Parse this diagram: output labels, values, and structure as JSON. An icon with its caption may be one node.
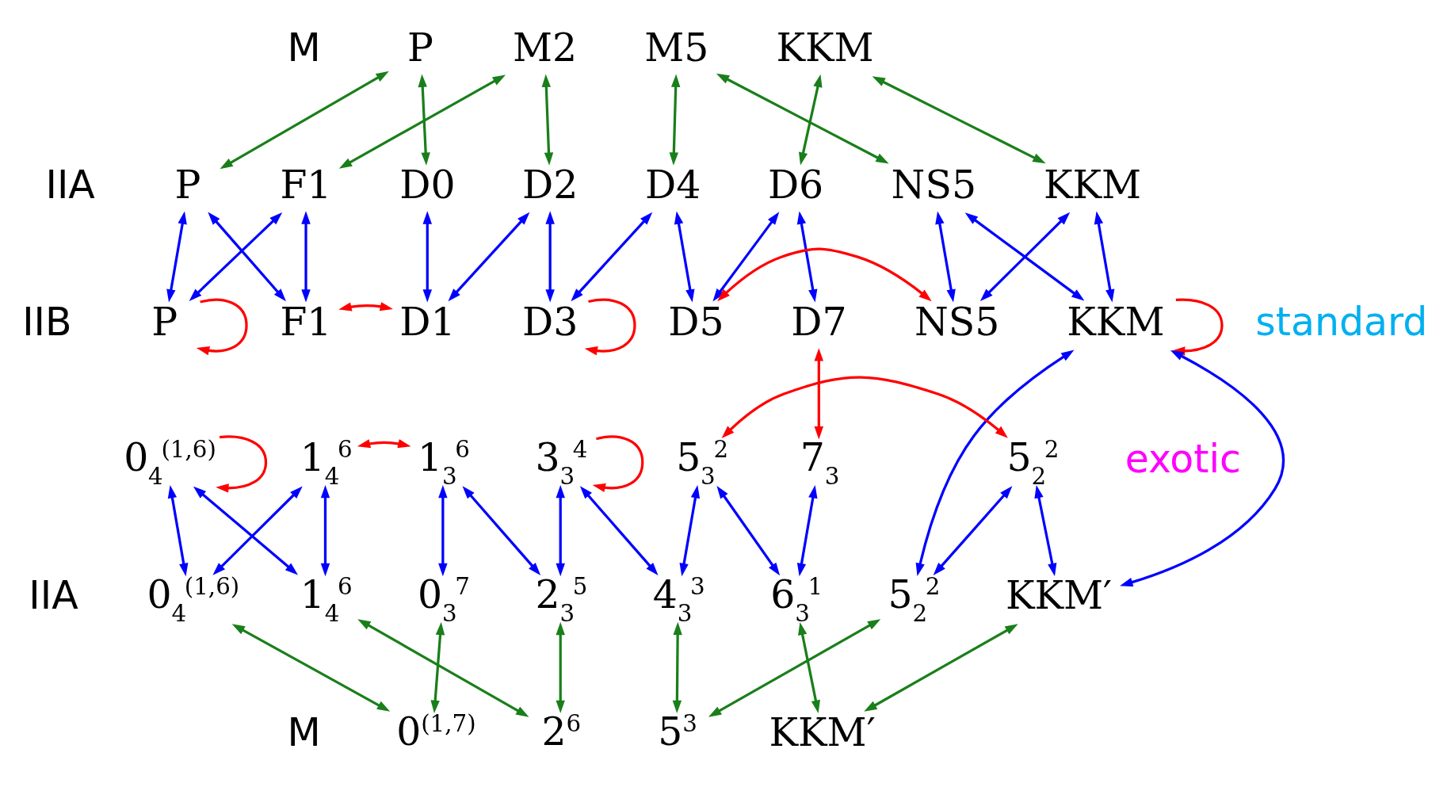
{
  "diagram": {
    "nodes": [
      {
        "text": [
          "P"
        ]
      },
      {
        "text": [
          "M2"
        ]
      },
      {
        "text": [
          "M5"
        ]
      },
      {
        "text": [
          "KKM"
        ]
      },
      {
        "text": [
          "P"
        ]
      },
      {
        "text": [
          "F1"
        ]
      },
      {
        "text": [
          "D0"
        ]
      },
      {
        "text": [
          "D2"
        ]
      },
      {
        "text": [
          "D4"
        ]
      },
      {
        "text": [
          "D6"
        ]
      },
      {
        "text": [
          "NS5"
        ]
      },
      {
        "text": [
          "KKM"
        ]
      },
      {
        "text": [
          "P"
        ]
      },
      {
        "text": [
          "F1"
        ]
      },
      {
        "text": [
          "D1"
        ]
      },
      {
        "text": [
          "D3"
        ]
      },
      {
        "text": [
          "D5"
        ]
      },
      {
        "text": [
          "D7"
        ]
      },
      {
        "text": [
          "NS5"
        ]
      },
      {
        "text": [
          "KKM"
        ]
      },
      {
        "text": [
          "0$_{4}$$^{(1,6)}$"
        ]
      },
      {
        "text": [
          "1$_{4}$$^{6}$"
        ]
      },
      {
        "text": [
          "1$_{3}$$^{6}$"
        ]
      },
      {
        "text": [
          "3$_{3}$$^{4}$"
        ]
      },
      {
        "text": [
          "5$_{3}$$^{2}$"
        ]
      },
      {
        "text": [
          "7$_{3}$"
        ]
      },
      {
        "text": [
          "5$_{2}$$^{2}$"
        ]
      },
      {
        "text": [
          "0$_{4}$$^{(1,6)}$"
        ]
      },
      {
        "text": [
          "1$_{4}$$^{6}$"
        ]
      },
      {
        "text": [
          "0$_{3}$$^{7}$"
        ]
      },
      {
        "text": [
          "2$_{3}$$^{5}$"
        ]
      },
      {
        "text": [
          "4$_{3}$$^{3}$"
        ]
      },
      {
        "text": [
          "6$_{3}$$^{1}$"
        ]
      },
      {
        "text": [
          "5$_{2}$$^{2}$"
        ]
      },
      {
        "text": [
          "KKM′"
        ]
      },
      {
        "text": [
          "0$^{(1,7)}$"
        ]
      },
      {
        "text": [
          "2$^{6}$"
        ]
      },
      {
        "text": [
          "5$^{3}$"
        ]
      },
      {
        "text": [
          "KKM′"
        ]
      }
    ],
    "edges": [
      {
        "from": 0,
        "to": 4,
        "arrow": "both",
        "color": "#1a7f1a"
      },
      {
        "from": 0,
        "to": 6,
        "arrow": "both",
        "color": "#1a7f1a"
      },
      {
        "from": 1,
        "to": 5,
        "arrow": "both",
        "color": "#1a7f1a"
      },
      {
        "from": 1,
        "to": 7,
        "arrow": "both",
        "color": "#1a7f1a"
      },
      {
        "from": 2,
        "to": 8,
        "arrow": "both",
        "color": "#1a7f1a"
      },
      {
        "from": 2,
        "to": 10,
        "arrow": "both",
        "color": "#1a7f1a"
      },
      {
        "from": 3,
        "to": 9,
        "arrow": "both",
        "color": "#1a7f1a"
      },
      {
        "from": 3,
        "to": 11,
        "arrow": "both",
        "color": "#1a7f1a"
      },
      {
        "from": 4,
        "to": 12,
        "arrow": "both"
      },
      {
        "from": 4,
        "to": 13,
        "arrow": "both"
      },
      {
        "from": 5,
        "to": 12,
        "arrow": "both"
      },
      {
        "from": 5,
        "to": 13,
        "arrow": "both"
      },
      {
        "from": 6,
        "to": 14,
        "arrow": "both"
      },
      {
        "from": 7,
        "to": 14,
        "arrow": "both"
      },
      {
        "from": 7,
        "to": 15,
        "arrow": "both"
      },
      {
        "from": 8,
        "to": 15,
        "arrow": "both"
      },
      {
        "from": 8,
        "to": 16,
        "arrow": "both"
      },
      {
        "from": 9,
        "to": 16,
        "arrow": "both"
      },
      {
        "from": 9,
        "to": 17,
        "arrow": "both"
      },
      {
        "from": 10,
        "to": 18,
        "arrow": "both"
      },
      {
        "from": 10,
        "to": 19,
        "arrow": "both"
      },
      {
        "from": 11,
        "to": 18,
        "arrow": "both"
      },
      {
        "from": 11,
        "to": 19,
        "arrow": "both"
      },
      {
        "from": 12,
        "to": 12,
        "arrow": "to",
        "color": "#ff0000"
      },
      {
        "from": 13,
        "to": 14,
        "arrow": "both",
        "color": "#ff0000"
      },
      {
        "from": 15,
        "to": 15,
        "arrow": "to",
        "color": "#ff0000"
      },
      {
        "from": 16,
        "to": 18,
        "arrow": "both",
        "color": "#ff0000"
      },
      {
        "from": 17,
        "to": 25,
        "arrow": "both",
        "color": "#ff0000"
      },
      {
        "from": 19,
        "to": 19,
        "arrow": "to",
        "color": "#ff0000"
      },
      {
        "from": 20,
        "to": 20,
        "arrow": "to",
        "color": "#ff0000"
      },
      {
        "from": 21,
        "to": 22,
        "arrow": "both",
        "color": "#ff0000"
      },
      {
        "from": 23,
        "to": 23,
        "arrow": "to",
        "color": "#ff0000"
      },
      {
        "from": 24,
        "to": 26,
        "arrow": "both",
        "color": "#ff0000"
      },
      {
        "from": 20,
        "to": 27,
        "arrow": "both"
      },
      {
        "from": 20,
        "to": 28,
        "arrow": "both"
      },
      {
        "from": 21,
        "to": 27,
        "arrow": "both"
      },
      {
        "from": 21,
        "to": 28,
        "arrow": "both"
      },
      {
        "from": 22,
        "to": 29,
        "arrow": "both"
      },
      {
        "from": 22,
        "to": 30,
        "arrow": "both"
      },
      {
        "from": 23,
        "to": 30,
        "arrow": "both"
      },
      {
        "from": 23,
        "to": 31,
        "arrow": "both"
      },
      {
        "from": 24,
        "to": 31,
        "arrow": "both"
      },
      {
        "from": 24,
        "to": 32,
        "arrow": "both"
      },
      {
        "from": 25,
        "to": 32,
        "arrow": "both"
      },
      {
        "from": 26,
        "to": 33,
        "arrow": "both"
      },
      {
        "from": 26,
        "to": 34,
        "arrow": "both"
      },
      {
        "from": 19,
        "to": 33,
        "arrow": "both"
      },
      {
        "from": 19,
        "to": 34,
        "arrow": "both"
      },
      {
        "from": 27,
        "to": 35,
        "arrow": "both",
        "color": "#1a7f1a"
      },
      {
        "from": 29,
        "to": 35,
        "arrow": "both",
        "color": "#1a7f1a"
      },
      {
        "from": 28,
        "to": 36,
        "arrow": "both",
        "color": "#1a7f1a"
      },
      {
        "from": 30,
        "to": 36,
        "arrow": "both",
        "color": "#1a7f1a"
      },
      {
        "from": 31,
        "to": 37,
        "arrow": "both",
        "color": "#1a7f1a"
      },
      {
        "from": 33,
        "to": 37,
        "arrow": "both",
        "color": "#1a7f1a"
      },
      {
        "from": 32,
        "to": 38,
        "arrow": "both",
        "color": "#1a7f1a"
      },
      {
        "from": 34,
        "to": 38,
        "arrow": "both",
        "color": "#1a7f1a"
      }
    ],
    "labels": [
      "M",
      "IIA",
      "standard",
      "IIB",
      "exotic",
      "IIA",
      "M"
    ]
  }
}
